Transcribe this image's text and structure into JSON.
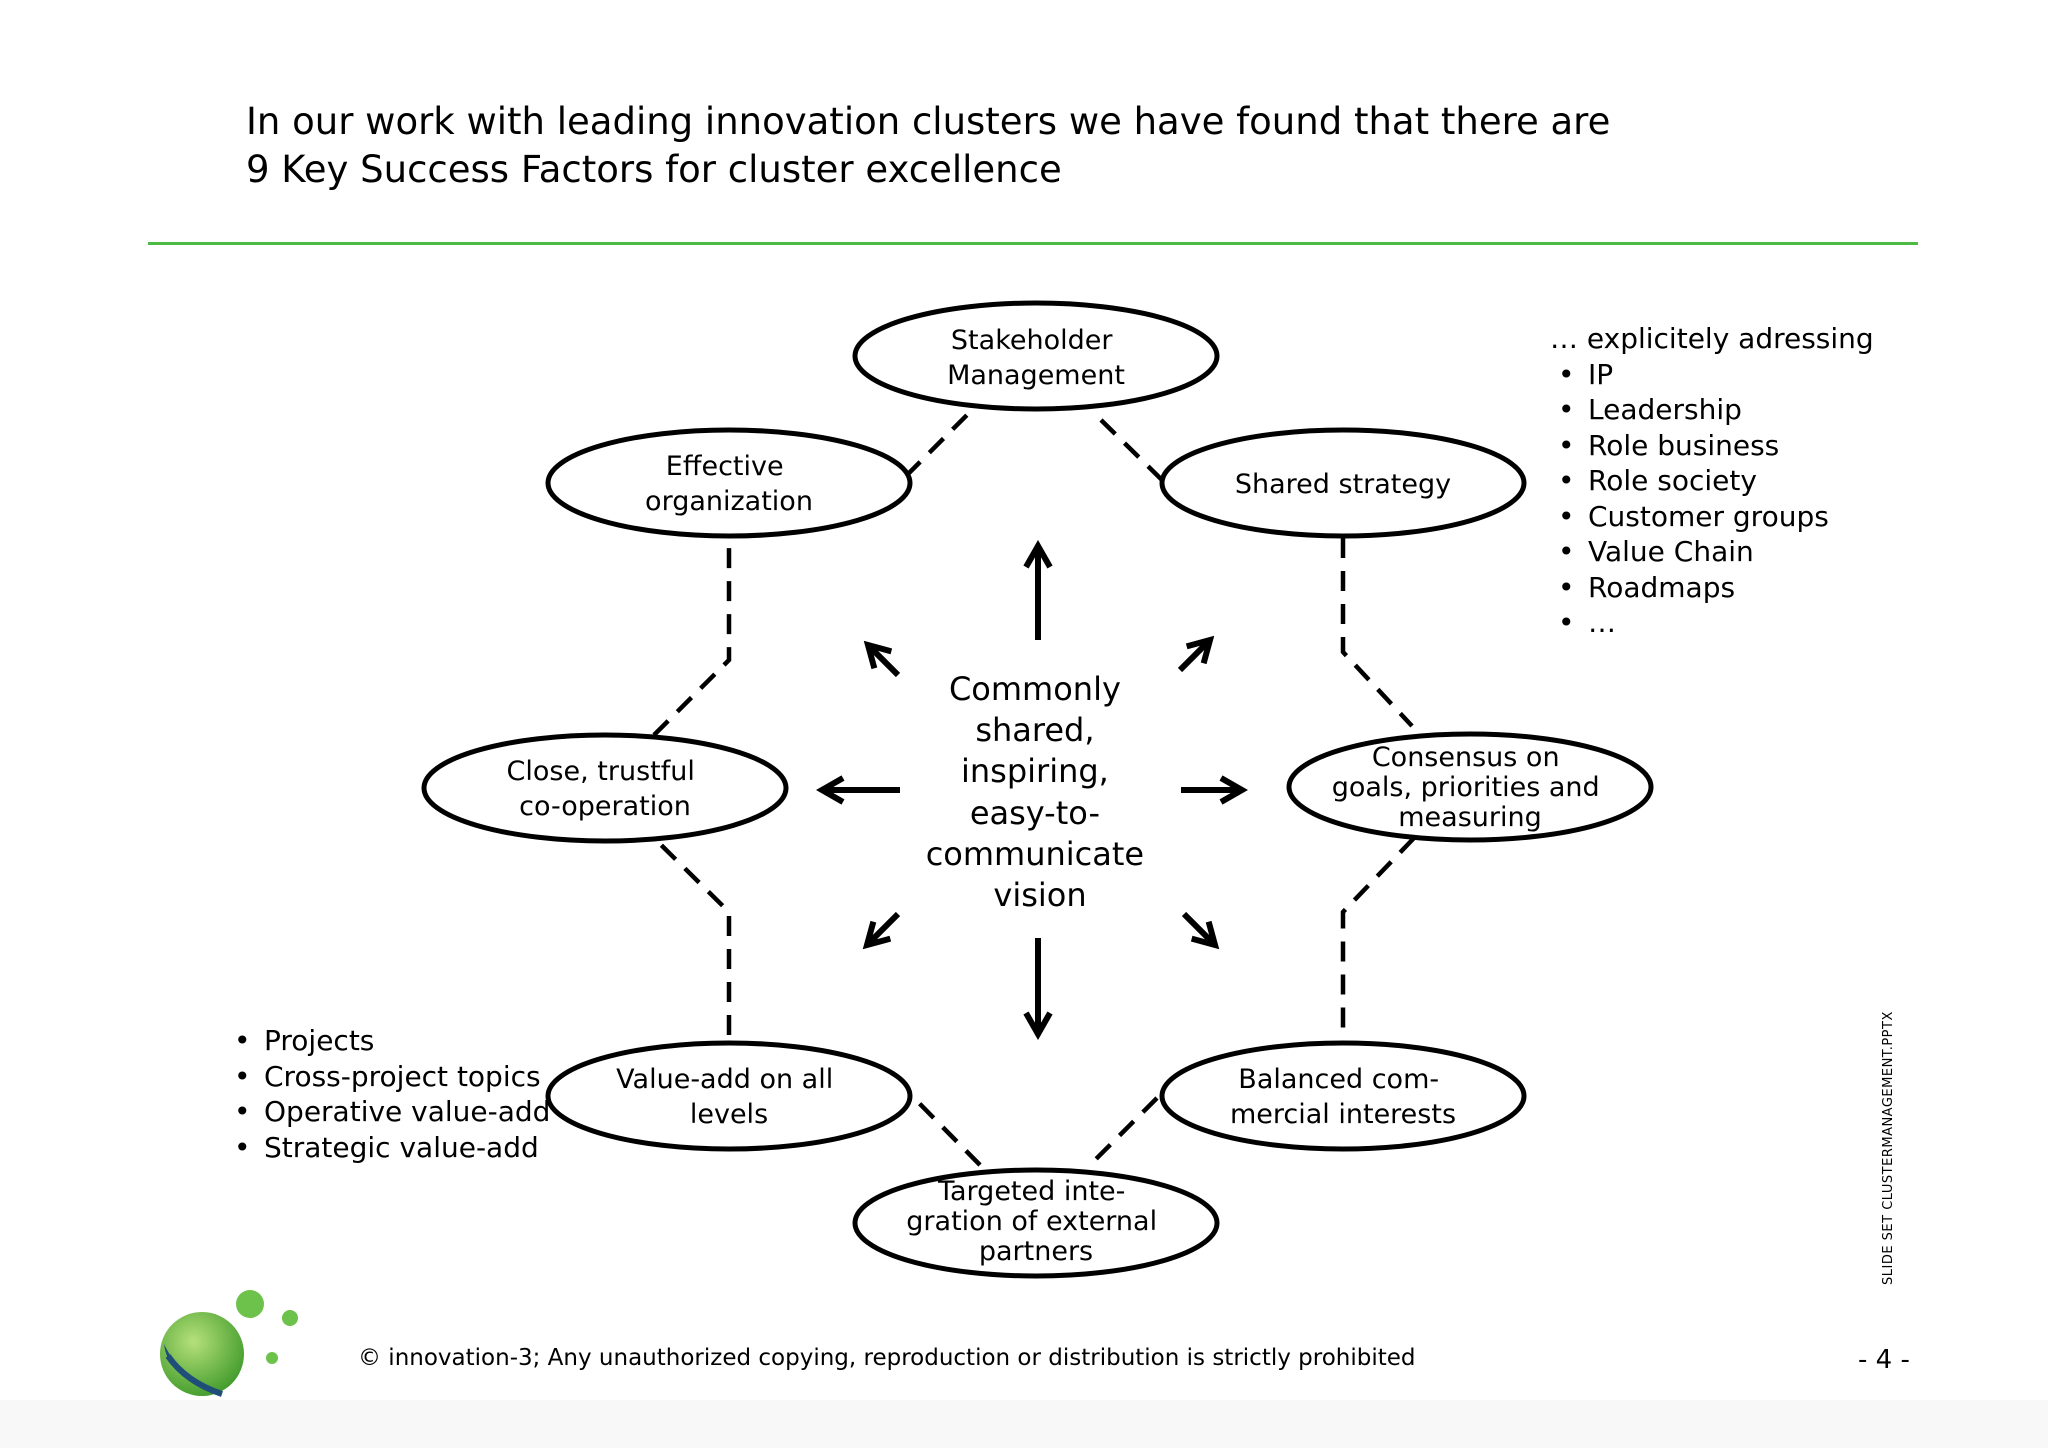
{
  "title": {
    "line1": "In our work with leading innovation clusters we have found that there are",
    "line2": "9 Key Success Factors for cluster excellence"
  },
  "diagram": {
    "center": [
      "Commonly",
      "shared,",
      "inspiring,",
      "easy-to-",
      "communicate",
      "vision"
    ],
    "nodes": {
      "stakeholder": [
        "Stakeholder",
        "Management"
      ],
      "shared_strategy": [
        "Shared strategy"
      ],
      "consensus": [
        "Consensus on",
        "goals, priorities and",
        "measuring"
      ],
      "balanced": [
        "Balanced com-",
        "mercial interests"
      ],
      "targeted": [
        "Targeted inte-",
        "gration of external",
        "partners"
      ],
      "value_add": [
        "Value-add on all",
        "levels"
      ],
      "close": [
        "Close, trustful",
        "co-operation"
      ],
      "effective": [
        "Effective",
        "organization"
      ]
    }
  },
  "right_list": {
    "heading": "… explicitely adressing",
    "items": [
      "IP",
      "Leadership",
      "Role business",
      "Role society",
      "Customer groups",
      "Value Chain",
      "Roadmaps",
      "…"
    ]
  },
  "left_list": {
    "items": [
      "Projects",
      "Cross-project topics",
      "Operative value-add",
      "Strategic value-add"
    ]
  },
  "footer": {
    "copyright": "© innovation-3; Any unauthorized copying, reproduction or distribution is strictly prohibited",
    "page": "- 4 -",
    "side_label": "SLIDE SET CLUSTERMANAGEMENT.PPTX"
  },
  "colors": {
    "rule": "#4cbb44",
    "logo_green": "#6cc24a",
    "logo_blue": "#1f4e79"
  }
}
